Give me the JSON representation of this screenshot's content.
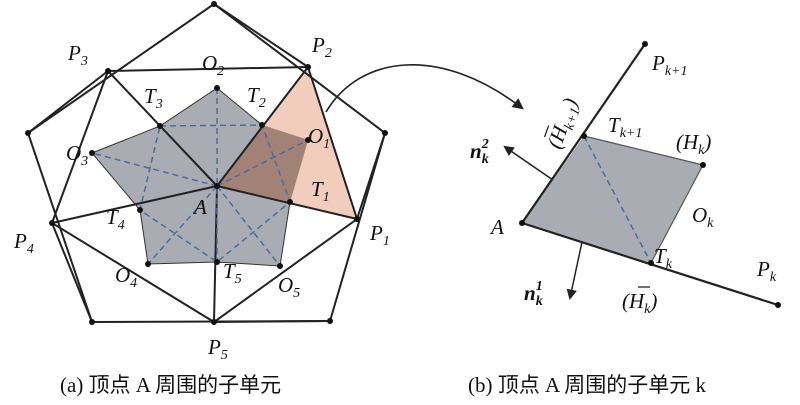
{
  "colors": {
    "gray_region": "#9a9ea6",
    "pink_region": "#f0c8b6",
    "overlap_region": "#8a6a60",
    "dashed_lines": "#4a6e9c",
    "outline": "#222222"
  },
  "left": {
    "vertices": {
      "p1": "P",
      "p1_sub": "1",
      "p2": "P",
      "p2_sub": "2",
      "p3": "P",
      "p3_sub": "3",
      "p4": "P",
      "p4_sub": "4",
      "p5": "P",
      "p5_sub": "5"
    },
    "edge_points": {
      "t1": "T",
      "t1_sub": "1",
      "t2": "T",
      "t2_sub": "2",
      "t3": "T",
      "t3_sub": "3",
      "t4": "T",
      "t4_sub": "4",
      "t5": "T",
      "t5_sub": "5"
    },
    "centers": {
      "o1": "O",
      "o1_sub": "1",
      "o2": "O",
      "o2_sub": "2",
      "o3": "O",
      "o3_sub": "3",
      "o4": "O",
      "o4_sub": "4",
      "o5": "O",
      "o5_sub": "5"
    },
    "center_label": "A",
    "caption": "(a) 顶点 A 周围的子单元"
  },
  "right": {
    "pk1": "P",
    "pk1_sub": "k+1",
    "pk": "P",
    "pk_sub": "k",
    "tk1": "T",
    "tk1_sub": "k+1",
    "tk": "T",
    "tk_sub": "k",
    "ok": "O",
    "ok_sub": "k",
    "a": "A",
    "hk_open": "(H",
    "hk_sub": "k",
    "hk_close": ")",
    "hbar_k1_open": "(H",
    "hbar_k1_sub": "k+1",
    "hbar_k1_close": ")",
    "hbar_k_open": "(H",
    "hbar_k_sub": "k",
    "hbar_k_close": ")",
    "n2": "n",
    "n2_sub": "k",
    "n2_sup": "2",
    "n1": "n",
    "n1_sub": "k",
    "n1_sup": "1",
    "caption": "(b) 顶点 A 周围的子单元 k"
  }
}
